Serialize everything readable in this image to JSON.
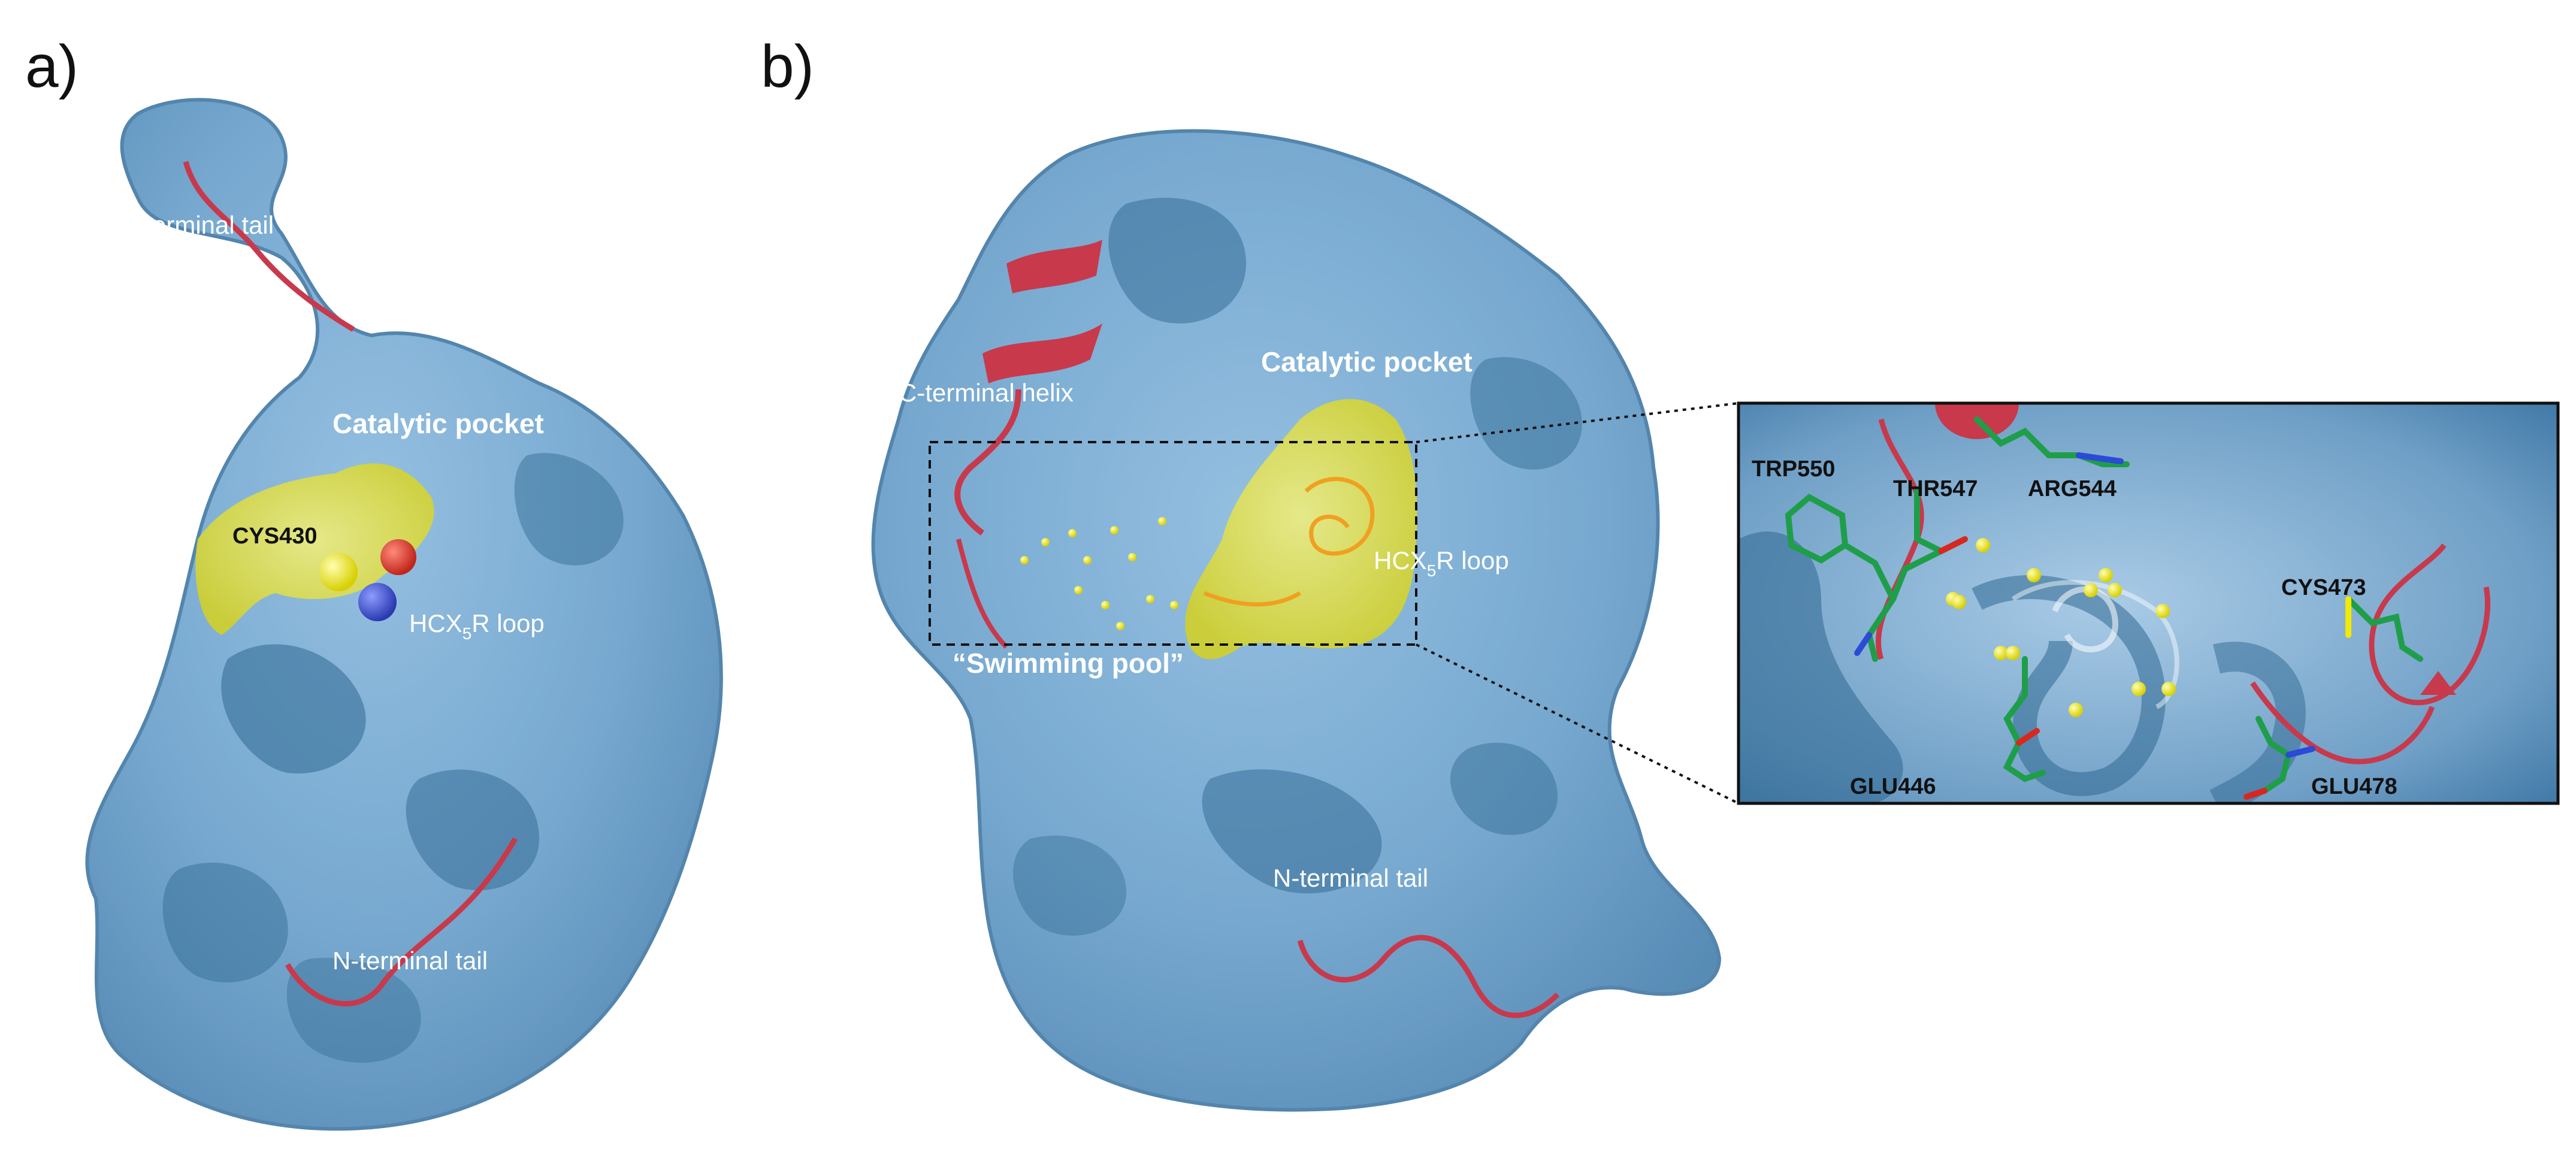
{
  "panels": {
    "a": {
      "letter": "a)",
      "labels": {
        "c_terminal_tail": "C-terminal tail",
        "catalytic_pocket": "Catalytic pocket",
        "cys": "CYS430",
        "loop_main": "HCX",
        "loop_sub": "5",
        "loop_tail": "R loop",
        "n_terminal_tail": "N-terminal tail"
      }
    },
    "b": {
      "letter": "b)",
      "labels": {
        "c_terminal_helix": "C-terminal helix",
        "catalytic_pocket": "Catalytic pocket",
        "loop_main": "HCX",
        "loop_sub": "5",
        "loop_tail": "R loop",
        "swimming_pool": "“Swimming pool”",
        "n_terminal_tail": "N-terminal tail"
      },
      "inset_labels": {
        "trp": "TRP550",
        "thr": "THR547",
        "arg": "ARG544",
        "cys": "CYS473",
        "glu446": "GLU446",
        "glu478": "GLU478"
      }
    }
  },
  "colors": {
    "surface": "#6fa3cc",
    "surface_shadow": "#2e6690",
    "ribbon": "#c8394c",
    "pocket": "#e6e232",
    "residue_carbon": "#1f9e4a",
    "water": "#f2ea00"
  }
}
